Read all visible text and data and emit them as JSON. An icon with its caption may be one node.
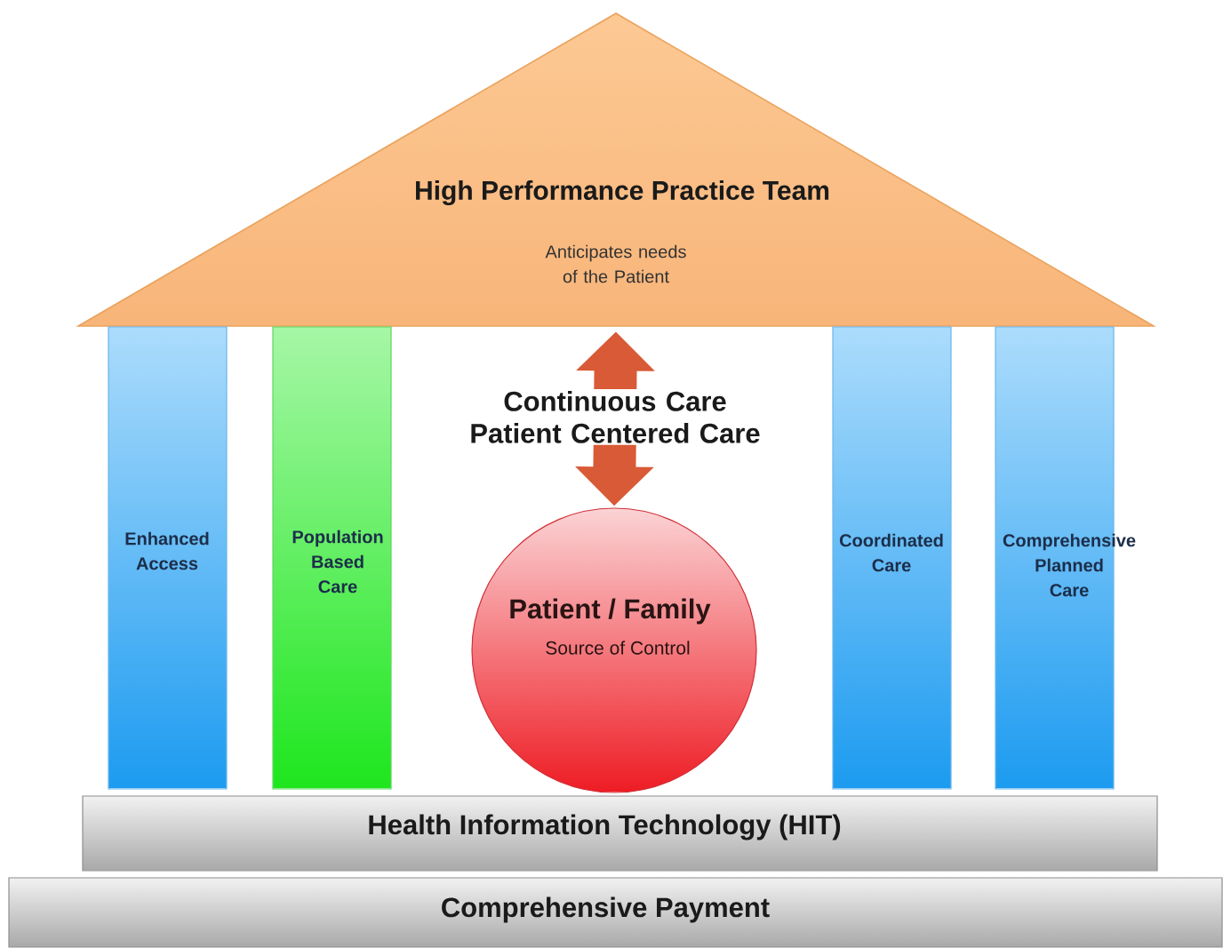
{
  "diagram": {
    "nodes": [
      {
        "text": [
          "High Performance Practice Team",
          "Anticipates needs of the Patient"
        ]
      },
      {
        "text": [
          "Enhanced Access"
        ]
      },
      {
        "text": [
          "Population Based Care"
        ]
      },
      {
        "text": [
          "Patient / Family",
          "Source of Control"
        ]
      },
      {
        "text": [
          "Coordinated Care"
        ]
      },
      {
        "text": [
          "Comprehensive Planned Care"
        ]
      },
      {
        "text": [
          "Health Information Technology (HIT)"
        ]
      },
      {
        "text": [
          "Comprehensive Payment"
        ]
      }
    ],
    "edges": [
      {
        "from": 0,
        "to": 3,
        "arrow": "both",
        "label": "Continuous Care Patient Centered Care"
      }
    ]
  }
}
